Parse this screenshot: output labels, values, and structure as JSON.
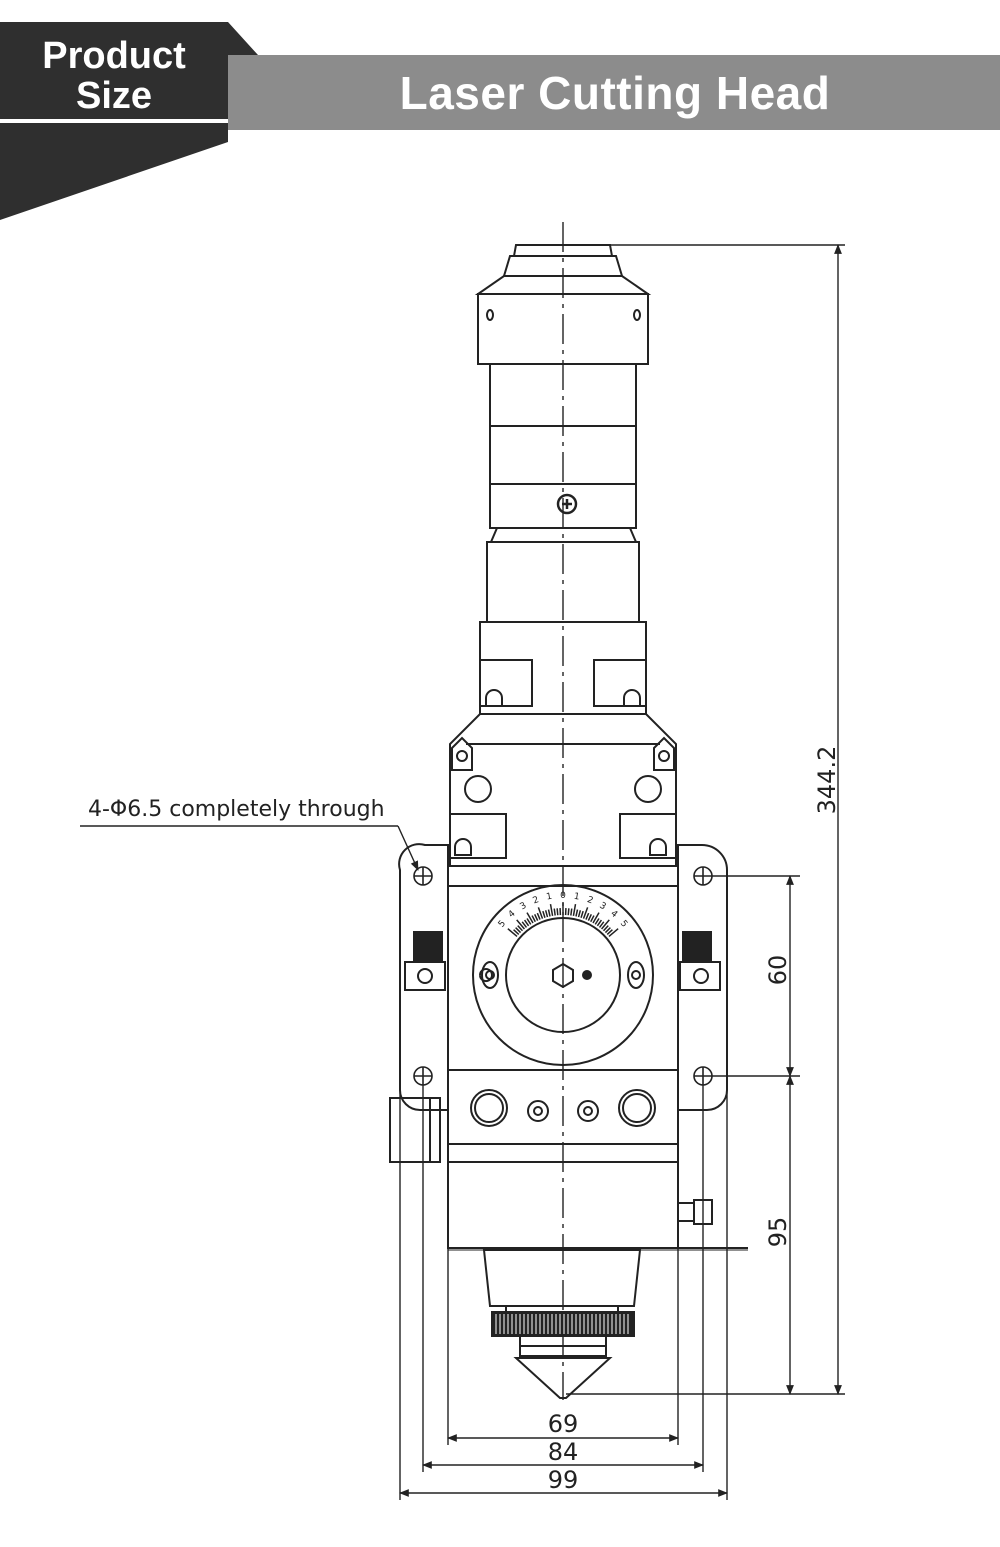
{
  "header": {
    "badge_line1": "Product",
    "badge_line2": "Size",
    "title": "Laser Cutting Head"
  },
  "diagram": {
    "callout_label": "4-Φ6.5 completely through",
    "dimensions": {
      "total_height": "344.2",
      "upper_spacing": "60",
      "lower_spacing": "95",
      "width_inner": "69",
      "width_middle": "84",
      "width_outer": "99"
    },
    "scale_marks": [
      "5",
      "4",
      "3",
      "2",
      "1",
      "0",
      "1",
      "2",
      "3",
      "4",
      "5"
    ]
  },
  "colors": {
    "badge_dark": "#2f2f2f",
    "header_gray": "#8c8c8c",
    "line": "#222222"
  }
}
